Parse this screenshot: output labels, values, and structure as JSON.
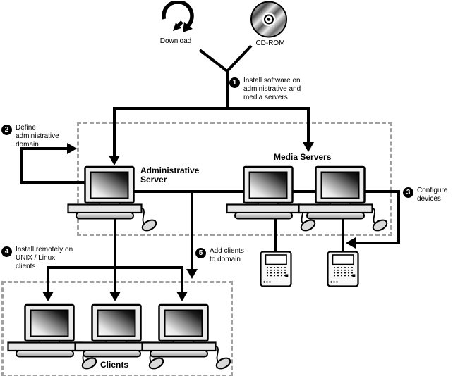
{
  "colors": {
    "line": "#000000",
    "dashed_border": "#a0a0a0",
    "background": "#ffffff"
  },
  "top_icons": {
    "download_label": "Download",
    "cdrom_label": "CD-ROM"
  },
  "steps": [
    {
      "num": "1",
      "lines": [
        "Install software on",
        "administrative and",
        "media servers"
      ]
    },
    {
      "num": "2",
      "lines": [
        "Define",
        "administrative",
        "domain"
      ]
    },
    {
      "num": "3",
      "lines": [
        "Configure",
        "devices"
      ]
    },
    {
      "num": "4",
      "lines": [
        "Install remotely on",
        "UNIX / Linux",
        "clients"
      ]
    },
    {
      "num": "5",
      "lines": [
        "Add clients",
        "to domain"
      ]
    }
  ],
  "labels": {
    "admin_server": [
      "Administrative",
      "Server"
    ],
    "media_servers": "Media Servers",
    "clients": "Clients"
  }
}
